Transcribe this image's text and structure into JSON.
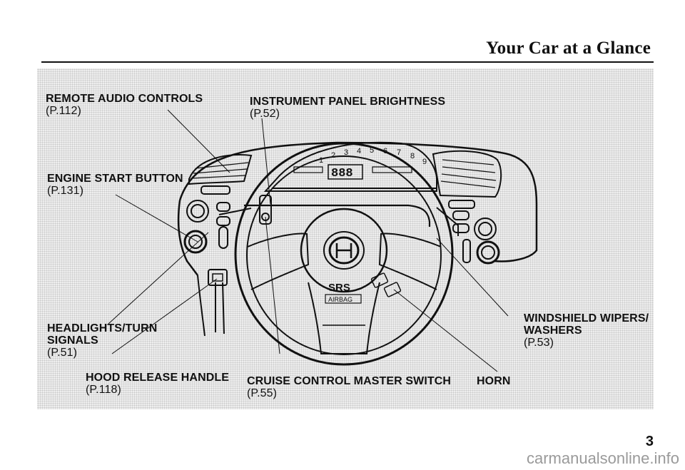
{
  "header": {
    "title": "Your Car at a Glance"
  },
  "callouts": {
    "remote_audio": {
      "label": "REMOTE AUDIO CONTROLS",
      "ref": "(P.112)"
    },
    "instrument_brightness": {
      "label": "INSTRUMENT PANEL BRIGHTNESS",
      "ref": "(P.52)"
    },
    "engine_start": {
      "label": "ENGINE START BUTTON",
      "ref": "(P.131)"
    },
    "headlights": {
      "label1": "HEADLIGHTS/TURN",
      "label2": "SIGNALS",
      "ref": "(P.51)"
    },
    "wipers": {
      "label1": "WINDSHIELD WIPERS/",
      "label2": "WASHERS",
      "ref": "(P.53)"
    },
    "hood_release": {
      "label": "HOOD RELEASE HANDLE",
      "ref": "(P.118)"
    },
    "cruise_control": {
      "label": "CRUISE CONTROL MASTER SWITCH",
      "ref": "(P.55)"
    },
    "horn": {
      "label": "HORN"
    }
  },
  "illustration": {
    "airbag_text": "SRS",
    "airbag_sub": "AIRBAG",
    "display_digits": "888",
    "tach_numbers": [
      "1",
      "2",
      "3",
      "4",
      "5",
      "6",
      "7",
      "8",
      "9"
    ]
  },
  "page": {
    "number": "3"
  },
  "watermark": {
    "text": "carmanualsonline.info"
  },
  "colors": {
    "ink": "#111111",
    "screen": "#eeeeee",
    "watermark": "#9a9a9a"
  }
}
